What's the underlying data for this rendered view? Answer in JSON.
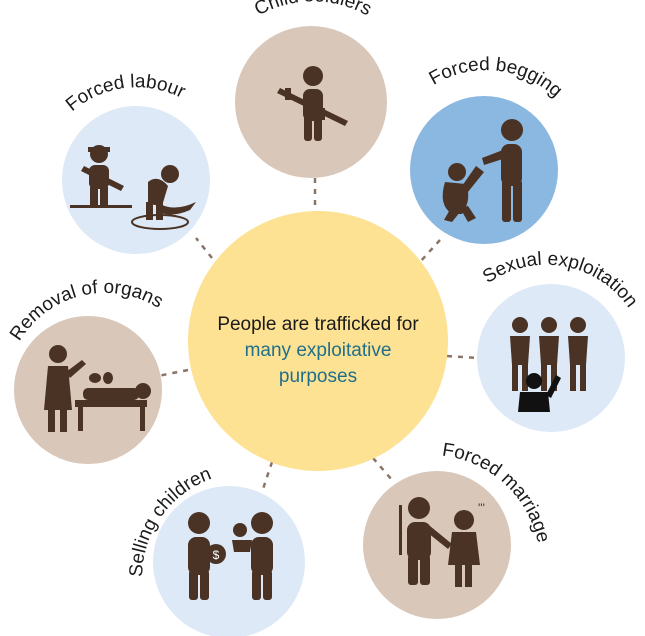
{
  "center": {
    "line1": "People are trafficked for",
    "line2": "many exploitative",
    "line3": "purposes",
    "fill": "#fde293",
    "text_color": "#1a1a1a",
    "highlight_color": "#1f6f8b"
  },
  "colors": {
    "tan": "#d9c7b9",
    "blue": "#8bb8e0",
    "pale_blue": "#dde9f7",
    "figure": "#4a3324",
    "connector": "#8a7466"
  },
  "purposes": [
    {
      "label": "Child soldiers",
      "icon": "child-soldier-icon",
      "fill": "tan"
    },
    {
      "label": "Forced begging",
      "icon": "begging-icon",
      "fill": "blue"
    },
    {
      "label": "Sexual exploitation",
      "icon": "sexual-exploitation-icon",
      "fill": "pale_blue"
    },
    {
      "label": "Forced marriage",
      "icon": "forced-marriage-icon",
      "fill": "tan"
    },
    {
      "label": "Selling children",
      "icon": "selling-children-icon",
      "fill": "pale_blue"
    },
    {
      "label": "Removal of organs",
      "icon": "organ-removal-icon",
      "fill": "tan"
    },
    {
      "label": "Forced labour",
      "icon": "forced-labour-icon",
      "fill": "pale_blue"
    }
  ]
}
